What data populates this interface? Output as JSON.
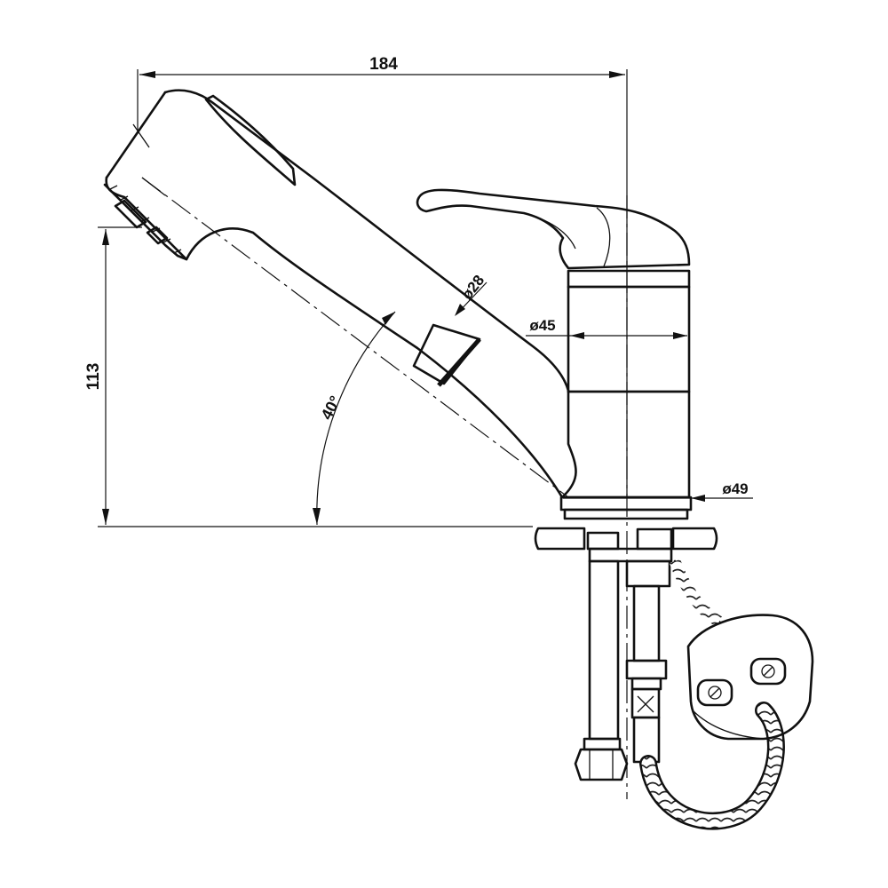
{
  "drawing": {
    "dimensions": {
      "overall_length": "184",
      "height": "113",
      "spout_angle": "40°",
      "spout_diameter": "ø28",
      "body_diameter": "ø45",
      "base_diameter": "ø49"
    },
    "colors": {
      "line": "#111111",
      "background": "#ffffff",
      "countertop_fill": "#e6e6e6"
    }
  }
}
